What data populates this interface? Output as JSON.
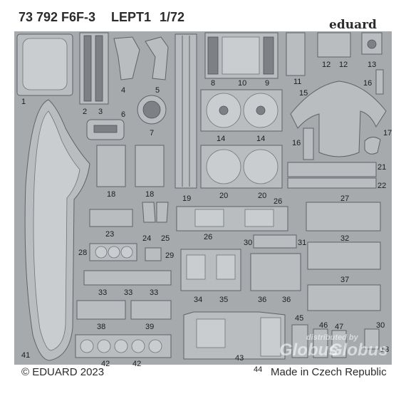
{
  "header": {
    "kit_code": "73 792 F6F-3",
    "set_code": "LEPT1",
    "scale": "1/72",
    "brand": "eduard"
  },
  "footer": {
    "copyright": "© EDUARD 2023",
    "origin": "Made in Czech Republic"
  },
  "watermark": {
    "line1": "distributed by",
    "line2": "Globus",
    "line3": "Globus"
  },
  "part_numbers": {
    "n1": "1",
    "n2": "2",
    "n3": "3",
    "n4": "4",
    "n5": "5",
    "n6": "6",
    "n7": "7",
    "n8": "8",
    "n9": "9",
    "n10": "10",
    "n11": "11",
    "n12a": "12",
    "n12b": "12",
    "n13": "13",
    "n14a": "14",
    "n14b": "14",
    "n15": "15",
    "n16a": "16",
    "n16b": "16",
    "n17": "17",
    "n18a": "18",
    "n18b": "18",
    "n19": "19",
    "n20a": "20",
    "n20b": "20",
    "n21": "21",
    "n22": "22",
    "n23": "23",
    "n24": "24",
    "n25": "25",
    "n26a": "26",
    "n26b": "26",
    "n27": "27",
    "n28": "28",
    "n29": "29",
    "n30a": "30",
    "n30b": "30",
    "n31": "31",
    "n32": "32",
    "n33a": "33",
    "n33b": "33",
    "n33c": "33",
    "n34": "34",
    "n35": "35",
    "n36a": "36",
    "n36b": "36",
    "n37": "37",
    "n38": "38",
    "n39": "39",
    "n41": "41",
    "n42a": "42",
    "n42b": "42",
    "n43": "43",
    "n44": "44",
    "n45": "45",
    "n46": "46",
    "n47": "47",
    "n13b": "13"
  },
  "colors": {
    "fret": "#a6aaad",
    "part": "#b9bdc0",
    "part_edge": "#6f7377",
    "dark": "#55595d",
    "text": "#2b2b2b"
  }
}
